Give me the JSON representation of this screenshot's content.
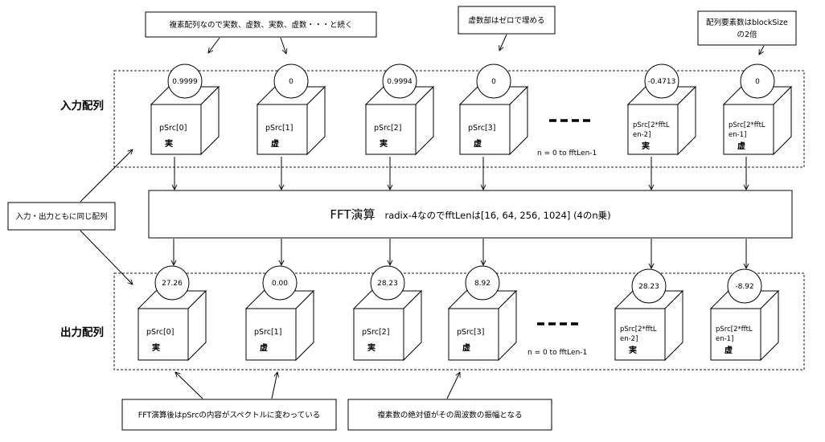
{
  "callouts_top": [
    {
      "text": "複素配列なので実数、虚数、実数、虚数・・・と続く"
    },
    {
      "text": "虚数部はゼロで埋める"
    },
    {
      "lines": [
        "配列要素数はblockSize",
        "の2倍"
      ]
    }
  ],
  "side_label": "入力・出力ともに同じ配列",
  "input": {
    "label": "入力配列",
    "range_text": "n = 0 to fftLen-1",
    "cells": [
      {
        "value": "0.9999",
        "name": [
          "pSrc[0]"
        ],
        "part": "実"
      },
      {
        "value": "0",
        "name": [
          "pSrc[1]"
        ],
        "part": "虚"
      },
      {
        "value": "0.9994",
        "name": [
          "pSrc[2]"
        ],
        "part": "実"
      },
      {
        "value": "0",
        "name": [
          "pSrc[3]"
        ],
        "part": "虚"
      },
      {
        "value": "-0.4713",
        "name": [
          "pSrc[2*fftL",
          "en-2]"
        ],
        "part": "実"
      },
      {
        "value": "0",
        "name": [
          "pSrc[2*fftL",
          "en-1]"
        ],
        "part": "虚"
      }
    ]
  },
  "fft": {
    "title": "FFT演算",
    "note": "radix-4なのでfftLenは[16, 64, 256, 1024] (4のn乗)"
  },
  "output": {
    "label": "出力配列",
    "range_text": "n = 0 to fftLen-1",
    "cells": [
      {
        "value": "27.26",
        "name": [
          "pSrc[0]"
        ],
        "part": "実"
      },
      {
        "value": "0.00",
        "name": [
          "pSrc[1]"
        ],
        "part": "虚"
      },
      {
        "value": "28.23",
        "name": [
          "pSrc[2]"
        ],
        "part": "実"
      },
      {
        "value": "8.92",
        "name": [
          "pSrc[3]"
        ],
        "part": "虚"
      },
      {
        "value": "28.23",
        "name": [
          "pSrc[2*fftL",
          "en-2]"
        ],
        "part": "実"
      },
      {
        "value": "-8.92",
        "name": [
          "pSrc[2*fftL",
          "en-1]"
        ],
        "part": "虚"
      }
    ]
  },
  "callouts_bottom": [
    {
      "text": "FFT演算後はpSrcの内容がスペクトルに変わっている"
    },
    {
      "text": "複素数の絶対値がその周波数の振幅となる"
    }
  ]
}
